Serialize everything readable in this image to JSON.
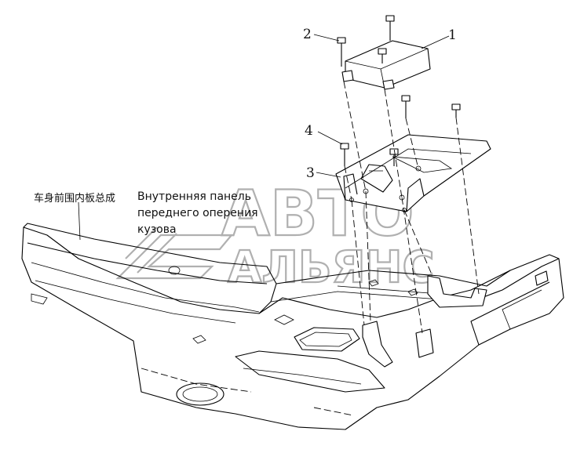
{
  "callouts": [
    {
      "id": "1",
      "label": "1"
    },
    {
      "id": "2",
      "label": "2"
    },
    {
      "id": "3",
      "label": "3"
    },
    {
      "id": "4",
      "label": "4"
    }
  ],
  "part_label": {
    "chinese": "车身前围内板总成",
    "russian_lines": [
      "Внутренняя панель",
      "переднего оперения",
      "кузова"
    ]
  },
  "watermark": {
    "line1": "АВТО",
    "line2": "АЛЬЯНС"
  }
}
